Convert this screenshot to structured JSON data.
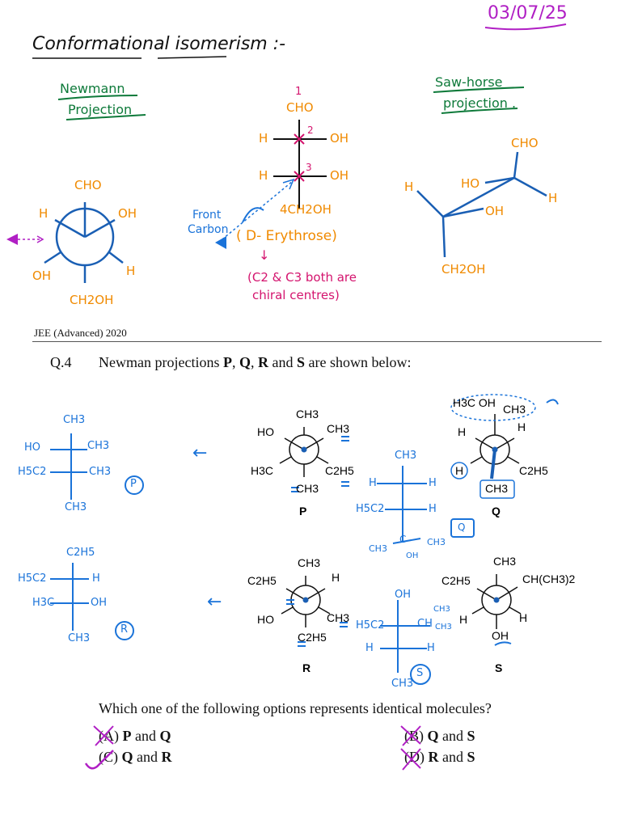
{
  "header": {
    "date": "03/07/25",
    "title": "Conformational isomerism :-"
  },
  "notes": {
    "newman_heading": [
      "Newmann",
      "Projection"
    ],
    "sawhorse_heading": [
      "Saw-horse",
      "projection ."
    ],
    "newman_groups": {
      "top": "CHO",
      "upper_left": "H",
      "upper_right": "OH",
      "lower_left": "OH",
      "lower_right": "H",
      "bottom": "CH2OH"
    },
    "fischer": {
      "c1_num": "1",
      "top": "CHO",
      "row1_left": "H",
      "row1_num": "2",
      "row1_right": "OH",
      "row2_left": "H",
      "row2_num": "3",
      "row2_right": "OH",
      "bottom": "4CH2OH"
    },
    "front_carbon": [
      "Front",
      "Carbon"
    ],
    "erythrose": "( D- Erythrose)",
    "arrow_down": "↓",
    "chiral_note": [
      "(C2 & C3 both are",
      "chiral centres)"
    ],
    "sawhorse_groups": {
      "top": "CHO",
      "back_left": "HO",
      "back_right": "H",
      "front_left": "H",
      "front_right": "OH",
      "bottom": "CH2OH"
    }
  },
  "question": {
    "source": "JEE (Advanced) 2020",
    "number": "Q.4",
    "stem_pre": "Newman projections ",
    "stem_p": "P",
    "stem_c1": ", ",
    "stem_q": "Q",
    "stem_c2": ", ",
    "stem_r": "R",
    "stem_and": " and ",
    "stem_s": "S",
    "stem_post": " are shown below:",
    "prompt": "Which one of the following options represents identical molecules?",
    "options": [
      {
        "key": "(A)",
        "a": "P",
        "mid": " and ",
        "b": "Q"
      },
      {
        "key": "(B)",
        "a": "Q",
        "mid": " and ",
        "b": "S"
      },
      {
        "key": "(C)",
        "a": "Q",
        "mid": " and ",
        "b": "R"
      },
      {
        "key": "(D)",
        "a": "R",
        "mid": " and ",
        "b": "S"
      }
    ]
  },
  "projections": {
    "P": {
      "label": "P",
      "top": "CH3",
      "upper_left": "HO",
      "upper_right": "CH3",
      "lower_left": "H3C",
      "lower_right": "C2H5",
      "bottom": "CH3"
    },
    "Q": {
      "label": "Q",
      "top": "H3C OH",
      "top_r": "CH3",
      "upper_left": "H",
      "upper_right": "H",
      "lower_left": "H",
      "lower_right": "C2H5",
      "bottom": "CH3"
    },
    "R": {
      "label": "R",
      "top": "CH3",
      "upper_left": "C2H5",
      "upper_right": "H",
      "lower_left": "HO",
      "lower_right": "CH3",
      "bottom": "C2H5"
    },
    "S": {
      "label": "S",
      "top": "CH3",
      "upper_left": "C2H5",
      "upper_right": "CH(CH3)2",
      "lower_left": "H",
      "lower_right": "H",
      "bottom": "OH"
    }
  },
  "fischer_answers": {
    "P": {
      "top": "CH3",
      "r1_left": "HO",
      "r1_right": "CH3",
      "r2_left": "H5C2",
      "r2_right": "CH3",
      "bottom": "CH3",
      "tag": "P"
    },
    "R": {
      "top": "C2H5",
      "r1_left": "H5C2",
      "r1_right": "H",
      "r2_left": "H3C",
      "r2_right": "OH",
      "bottom": "CH3",
      "tag": "R"
    },
    "Q": {
      "top": "CH3",
      "r1_left": "H",
      "r1_right": "H",
      "r2_left": "H5C2",
      "r2_right": "H",
      "bottom_l": "CH3",
      "bottom_c": "C",
      "bottom_r": "CH3",
      "bottom_oh": "OH",
      "tag": "Q"
    },
    "S": {
      "top": "OH",
      "r1_left": "H5C2",
      "r1_right": "CH",
      "branch1": "CH3",
      "branch2": "CH3",
      "r2_left": "H",
      "r2_right": "H",
      "bottom": "CH3",
      "tag": "S"
    }
  },
  "arrows": {
    "left_arrow": "←"
  }
}
